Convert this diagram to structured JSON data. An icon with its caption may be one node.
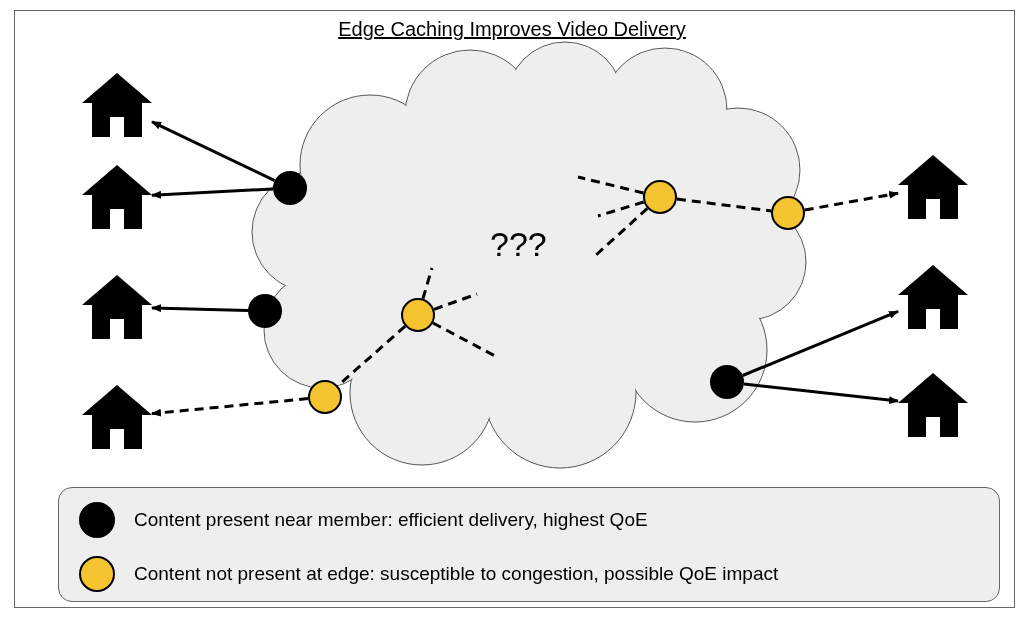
{
  "diagram": {
    "title": "Edge Caching Improves Video Delivery",
    "nodes": [
      {
        "text": [
          "???"
        ]
      },
      {
        "text": [],
        "shape": "house"
      },
      {
        "text": [],
        "shape": "house"
      },
      {
        "text": [],
        "shape": "house"
      },
      {
        "text": [],
        "shape": "house"
      },
      {
        "text": [],
        "shape": "house"
      },
      {
        "text": [],
        "shape": "house"
      },
      {
        "text": [],
        "shape": "house"
      },
      {
        "text": [],
        "shape": "circle",
        "in": 0
      },
      {
        "text": [],
        "shape": "circle",
        "in": 0
      },
      {
        "text": [],
        "shape": "circle",
        "in": 0
      },
      {
        "text": [],
        "shape": "circle",
        "in": 0
      },
      {
        "text": [],
        "shape": "circle",
        "in": 0
      },
      {
        "text": [],
        "shape": "circle",
        "in": 0
      },
      {
        "text": [],
        "shape": "circle",
        "in": 0
      }
    ],
    "edges": [
      {
        "from": 8,
        "to": 1,
        "arrow": "to"
      },
      {
        "from": 8,
        "to": 2,
        "arrow": "to"
      },
      {
        "from": 9,
        "to": 3,
        "arrow": "to"
      },
      {
        "from": 11,
        "to": 4,
        "arrow": "to",
        "style": "dashed"
      },
      {
        "from": 10,
        "to": 11,
        "arrow": "none",
        "style": "dashed"
      },
      {
        "from": 10,
        "to": null,
        "arrow": "none",
        "style": "dashed"
      },
      {
        "from": 10,
        "to": null,
        "arrow": "none",
        "style": "dashed"
      },
      {
        "from": 10,
        "to": null,
        "arrow": "none",
        "style": "dashed"
      },
      {
        "from": 12,
        "to": null,
        "arrow": "none",
        "style": "dashed"
      },
      {
        "from": 12,
        "to": null,
        "arrow": "none",
        "style": "dashed"
      },
      {
        "from": 12,
        "to": null,
        "arrow": "none",
        "style": "dashed"
      },
      {
        "from": 12,
        "to": 13,
        "arrow": "none",
        "style": "dashed"
      },
      {
        "from": 13,
        "to": 5,
        "arrow": "to",
        "style": "dashed"
      },
      {
        "from": 14,
        "to": 6,
        "arrow": "to"
      },
      {
        "from": 14,
        "to": 7,
        "arrow": "to"
      }
    ],
    "legend": [
      {
        "text": "Content present near member: efficient delivery, highest QoE",
        "color": "#000000"
      },
      {
        "text": "Content not present at edge: susceptible to congestion, possible QoE impact",
        "color": "#f4c430"
      }
    ]
  }
}
